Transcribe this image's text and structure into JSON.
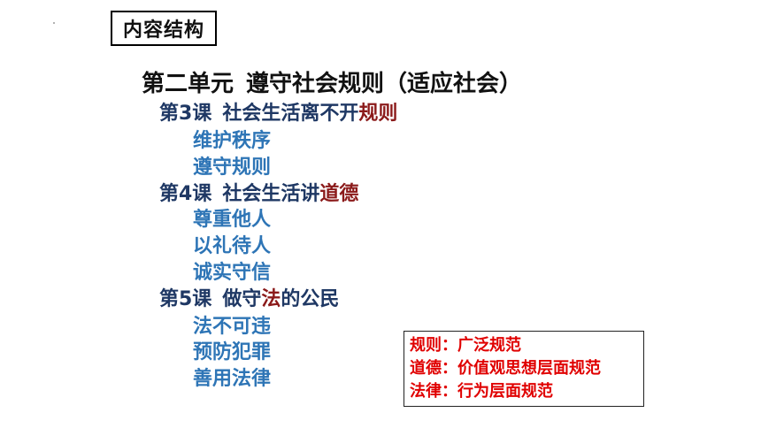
{
  "section_label": "内容结构",
  "unit": {
    "prefix": "第二单元",
    "title": "遵守社会规则（适应社会）"
  },
  "lessons": [
    {
      "number": "第3课",
      "title_plain": "社会生活离不开",
      "title_highlight": "规则",
      "title_tail": "",
      "topics": [
        "维护秩序",
        "遵守规则"
      ]
    },
    {
      "number": "第4课",
      "title_plain": "社会生活讲",
      "title_highlight": "道德",
      "title_tail": "",
      "topics": [
        "尊重他人",
        "以礼待人",
        "诚实守信"
      ]
    },
    {
      "number": "第5课",
      "title_plain": "做守",
      "title_highlight": "法",
      "title_tail": "的公民",
      "topics": [
        "法不可违",
        "预防犯罪",
        "善用法律"
      ]
    }
  ],
  "notes": [
    "规则：广泛规范",
    "道德：价值观思想层面规范",
    "法律：行为层面规范"
  ],
  "colors": {
    "heading": "#111111",
    "lesson": "#1f3864",
    "highlight": "#8b1a1a",
    "topic": "#2e75b6",
    "note": "#e00000"
  }
}
